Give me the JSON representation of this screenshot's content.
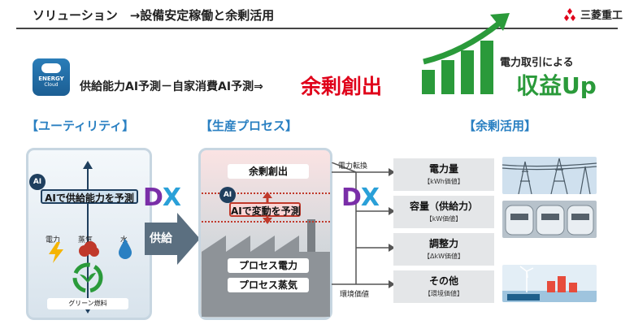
{
  "header": {
    "title": "ソリューション　→設備安定稼働と余剰活用",
    "brand": "三菱重工"
  },
  "app_logo": {
    "line1": "ENERGY",
    "line2": "Cloud"
  },
  "headline": {
    "text": "供給能力AI予測－自家消費AI予測⇒",
    "emphasis": "余剰創出"
  },
  "profit": {
    "label": "電力取引による",
    "big": "収益Up"
  },
  "sections": {
    "utility": "【ユーティリティ】",
    "process": "【生産プロセス】",
    "surplus": "【余剰活用】"
  },
  "utility_panel": {
    "ai_badge": "AI",
    "forecast": "AIで供給能力を予測",
    "electricity": "電力",
    "steam": "蒸気",
    "water": "水",
    "fuel": "グリーン燃料"
  },
  "dx_label": {
    "a": "D",
    "b": "X"
  },
  "supply_label": "供給",
  "process_panel": {
    "surplus": "余剰創出",
    "ai_badge": "AI",
    "forecast": "AIで変動を予測",
    "power": "プロセス電力",
    "steam": "プロセス蒸気"
  },
  "flows": {
    "top": "電力転換",
    "bottom": "環境価値"
  },
  "categories": [
    {
      "name": "電力量",
      "value": "【kWh価値】"
    },
    {
      "name": "容量（供給力）",
      "value": "【kW価値】"
    },
    {
      "name": "調整力",
      "value": "【ΔkW価値】"
    },
    {
      "name": "その他",
      "value": "【環境価値】"
    }
  ],
  "colors": {
    "accent_blue": "#2a80c2",
    "accent_red": "#e0001a",
    "accent_green": "#2a9a3a",
    "arrow_gray": "#5b6f80"
  }
}
